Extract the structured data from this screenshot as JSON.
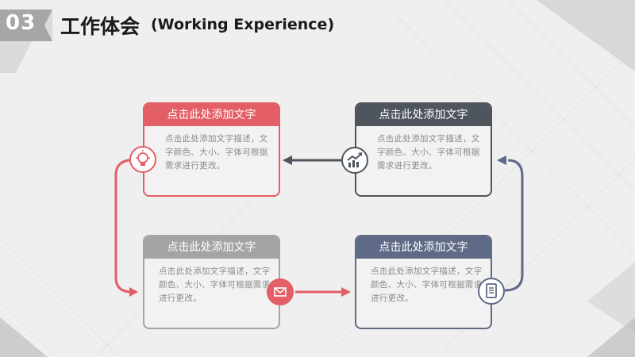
{
  "header": {
    "number": "03",
    "title_cn": "工作体会",
    "title_en": "(Working Experience)"
  },
  "cards": [
    {
      "title": "点击此处添加文字",
      "body": "点击此处添加文字描述，文字颜色、大小、字体可根据需求进行更改。"
    },
    {
      "title": "点击此处添加文字",
      "body": "点击此处添加文字描述，文字颜色、大小、字体可根据需求进行更改。"
    },
    {
      "title": "点击此处添加文字",
      "body": "点击此处添加文字描述，文字颜色、大小、字体可根据需求进行更改。"
    },
    {
      "title": "点击此处添加文字",
      "body": "点击此处添加文字描述，文字颜色、大小、字体可根据需求进行更改。"
    }
  ],
  "icons": [
    "lightbulb-icon",
    "chart-up-icon",
    "mail-icon",
    "document-icon"
  ],
  "colors": {
    "red": "#e35e66",
    "dark": "#4f555d",
    "gray": "#a4a4a4",
    "blue": "#5f6a87"
  }
}
